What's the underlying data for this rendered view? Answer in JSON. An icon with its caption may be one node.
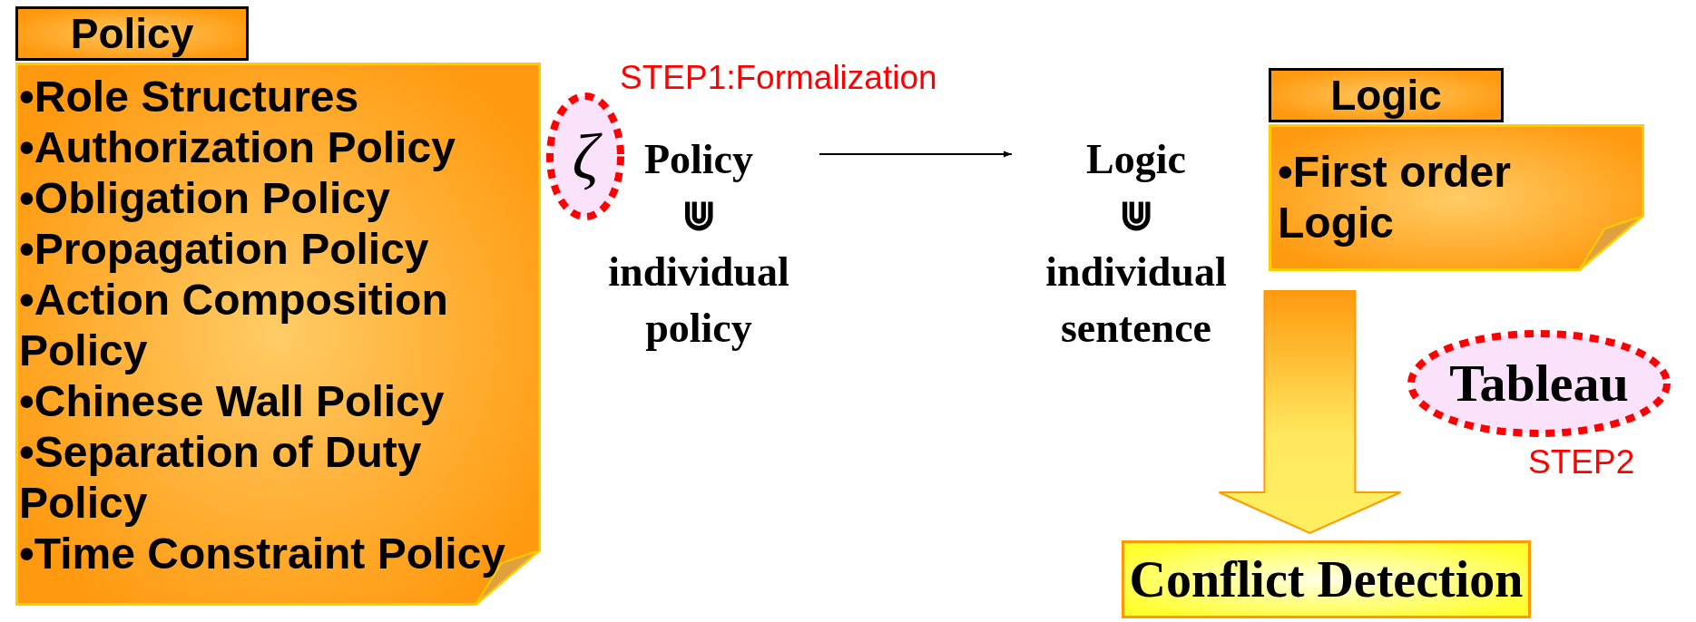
{
  "diagram": {
    "nodes": [
      {
        "text": [
          "Policy"
        ]
      },
      {
        "text": [
          "•Role Structures",
          "•Authorization Policy",
          "•Obligation Policy",
          "•Propagation Policy",
          "•Action Composition Policy",
          "•Chinese Wall Policy",
          "•Separation of Duty Policy",
          "•Time Constraint Policy"
        ]
      },
      {
        "text": [
          "ζ"
        ],
        "beside": [
          "STEP1:Formalization"
        ]
      },
      {
        "text": [
          "Policy",
          "⋓",
          "individual policy"
        ]
      },
      {
        "text": [
          "Logic",
          "⋓",
          "individual sentence"
        ]
      },
      {
        "text": [
          "Logic"
        ]
      },
      {
        "text": [
          "•First order Logic"
        ]
      },
      {
        "text": [
          "Tableau"
        ],
        "beside": [
          "STEP2"
        ]
      },
      {
        "text": [
          "Conflict Detection"
        ]
      }
    ],
    "edges": [
      {
        "from": 3,
        "to": 4,
        "arrow": "to"
      },
      {
        "from": 6,
        "to": 8,
        "arrow": "to",
        "style": "thick"
      }
    ]
  }
}
